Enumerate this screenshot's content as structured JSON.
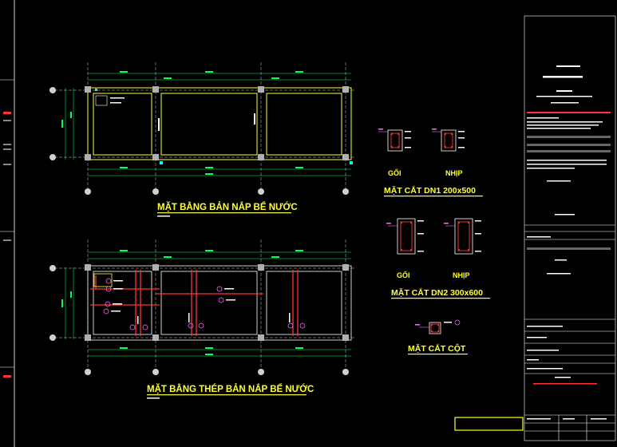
{
  "drawing": {
    "plan_title": "MẶT BẰNG BẢN NẮP BỂ NƯỚC",
    "rebar_plan_title": "MẶT BẰNG THÉP BẢN NẮP BỂ NƯỚC",
    "section_dn1_title": "MẶT CẮT DN1 200x500",
    "section_dn2_title": "MẶT CẮT DN2 300x600",
    "section_column_title": "MẶT CẮT CỘT",
    "support_label": "GỐI",
    "midspan_label": "NHỊP"
  },
  "colors": {
    "background": "#000000",
    "title": "#ffff33",
    "grid_line": "#ffffff",
    "slab_outline": "#ffff33",
    "dimension": "#00ff66",
    "rebar": "#ff3333",
    "column": "#b0b0b0",
    "callout": "#ff66ff",
    "accent_cyan": "#00ffff"
  }
}
